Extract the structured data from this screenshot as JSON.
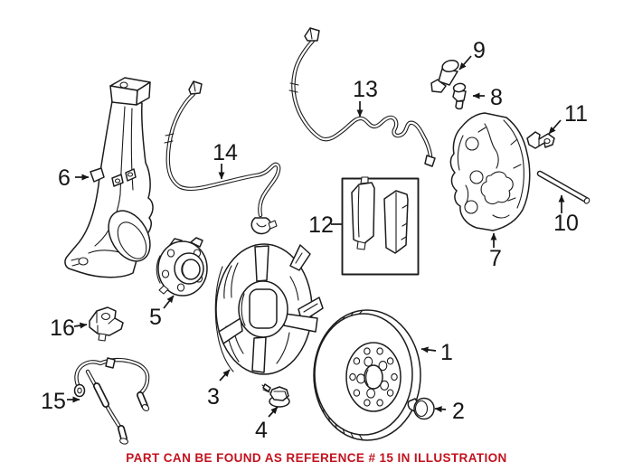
{
  "diagram": {
    "type": "exploded-parts-illustration",
    "background_color": "#ffffff",
    "line_color": "#1c1c1c",
    "callouts": [
      "1",
      "2",
      "3",
      "4",
      "5",
      "6",
      "7",
      "8",
      "9",
      "10",
      "11",
      "12",
      "13",
      "14",
      "15",
      "16"
    ],
    "parts": {
      "1": "brake-rotor",
      "2": "rotor-set-screw",
      "3": "splash-shield",
      "4": "shield-bolt",
      "5": "wheel-hub",
      "6": "steering-knuckle",
      "7": "brake-caliper",
      "8": "bleeder-screw",
      "9": "bleeder-cap",
      "10": "guide-pin",
      "11": "retaining-clip",
      "12": "brake-pad-set",
      "13": "wear-sensor-wire",
      "14": "abs-sensor-wire",
      "15": "brake-hose",
      "16": "hose-bracket"
    },
    "footer": {
      "text": "PART CAN BE FOUND AS REFERENCE # 15 IN ILLUSTRATION",
      "color": "#c2121e",
      "referenced_callout": "15"
    }
  }
}
